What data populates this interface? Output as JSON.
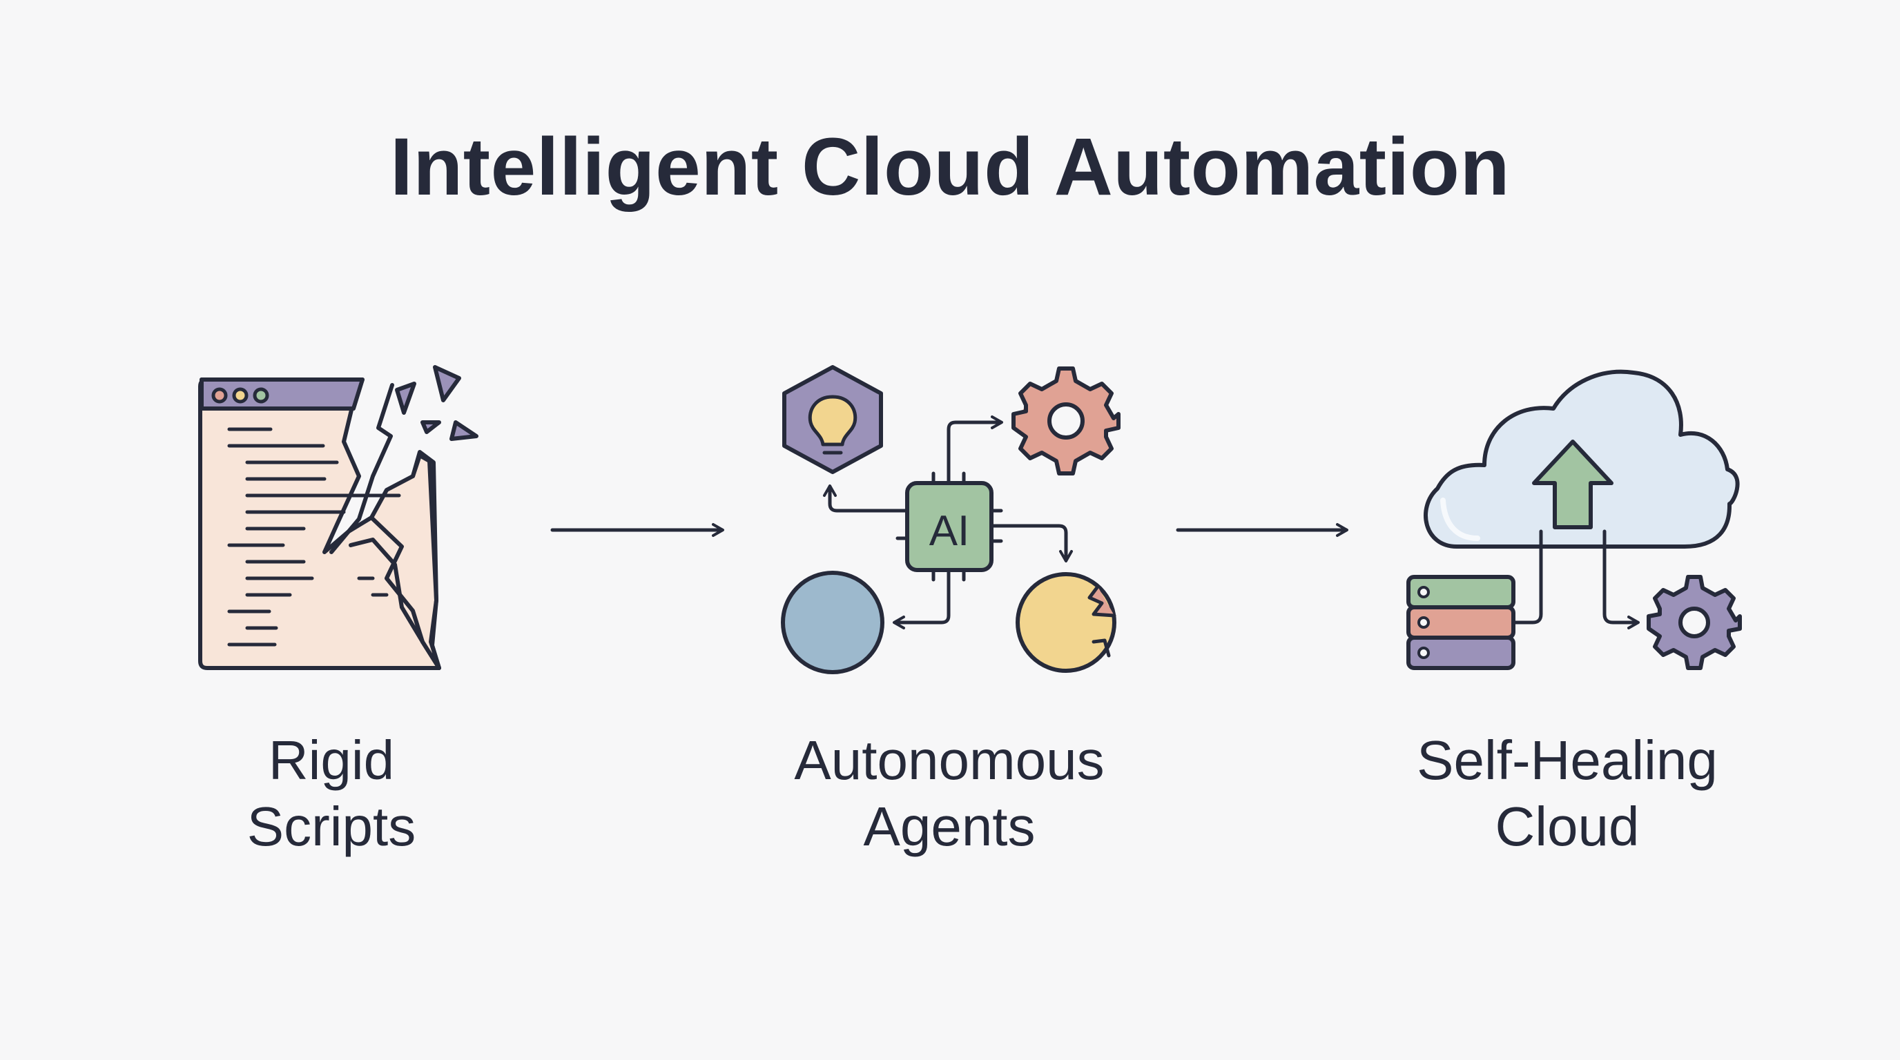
{
  "title": "Intelligent Cloud Automation",
  "stages": [
    {
      "line1": "Rigid",
      "line2": "Scripts",
      "icon": "broken-script-window-icon"
    },
    {
      "line1": "Autonomous",
      "line2": "Agents",
      "icon": "ai-agent-network-icon"
    },
    {
      "line1": "Self-Healing",
      "line2": "Cloud",
      "icon": "self-healing-cloud-icon"
    }
  ],
  "ai_chip_label": "AI",
  "colors": {
    "ink": "#262a3a",
    "background": "#f7f7f8",
    "paper": "#f8e5d9",
    "purple": "#9b92b9",
    "green": "#a2c4a2",
    "salmon": "#e0a294",
    "blue": "#9db9cd",
    "yellow": "#f2d58f",
    "cloud": "#dfe9f3"
  }
}
